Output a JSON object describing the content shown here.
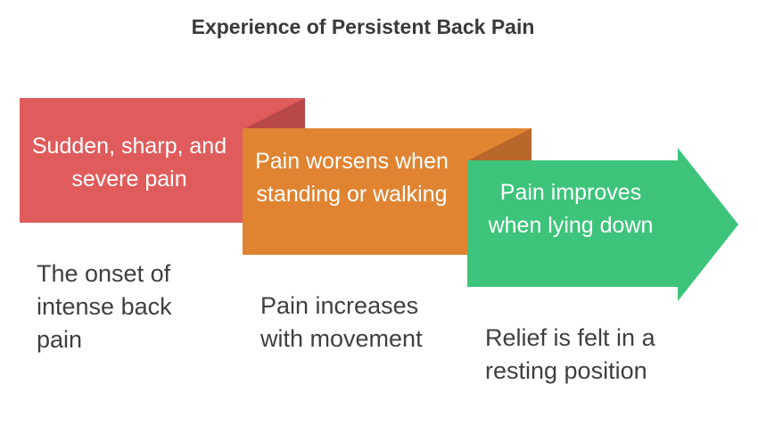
{
  "title": "Experience of Persistent Back Pain",
  "colors": {
    "step1": "#e05c5c",
    "step1_fold": "#b94848",
    "step2": "#e08432",
    "step2_fold": "#b8682a",
    "step3": "#3dc47a",
    "title_text": "#3a3a3a",
    "desc_text": "#3f3f3f"
  },
  "steps": [
    {
      "label": "Sudden, sharp, and severe pain",
      "description": "The onset of intense back pain"
    },
    {
      "label": "Pain worsens when standing or walking",
      "description": "Pain increases with movement"
    },
    {
      "label": "Pain improves when lying down",
      "description": "Relief is felt in a resting position"
    }
  ]
}
